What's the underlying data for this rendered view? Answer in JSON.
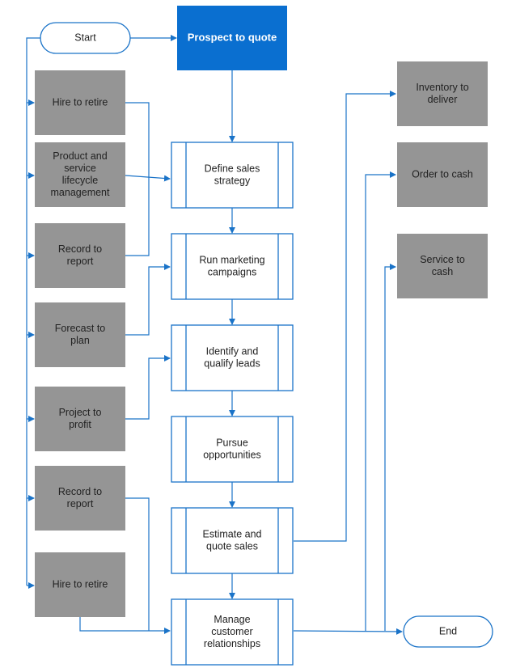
{
  "diagram": {
    "terminals": {
      "start": "Start",
      "end": "End"
    },
    "main_process": {
      "label": "Prospect to quote"
    },
    "process_steps": [
      {
        "lines": [
          "Define sales",
          "strategy"
        ]
      },
      {
        "lines": [
          "Run marketing",
          "campaigns"
        ]
      },
      {
        "lines": [
          "Identify and",
          "qualify leads"
        ]
      },
      {
        "lines": [
          "Pursue",
          "opportunities"
        ]
      },
      {
        "lines": [
          "Estimate and",
          "quote sales"
        ]
      },
      {
        "lines": [
          "Manage",
          "customer",
          "relationships"
        ]
      }
    ],
    "left_processes": [
      {
        "lines": [
          "Hire to retire"
        ]
      },
      {
        "lines": [
          "Product and",
          "service",
          "lifecycle",
          "management"
        ]
      },
      {
        "lines": [
          "Record to",
          "report"
        ]
      },
      {
        "lines": [
          "Forecast to",
          "plan"
        ]
      },
      {
        "lines": [
          "Project to",
          "profit"
        ]
      },
      {
        "lines": [
          "Record to",
          "report"
        ]
      },
      {
        "lines": [
          "Hire to retire"
        ]
      }
    ],
    "right_processes": [
      {
        "lines": [
          "Inventory to",
          "deliver"
        ]
      },
      {
        "lines": [
          "Order to cash"
        ]
      },
      {
        "lines": [
          "Service to",
          "cash"
        ]
      }
    ],
    "colors": {
      "connector": "#1a73c8",
      "main_fill": "#0a6fd0",
      "gray_fill": "#959595",
      "step_border": "#1a73c8",
      "text": "#222222"
    }
  }
}
